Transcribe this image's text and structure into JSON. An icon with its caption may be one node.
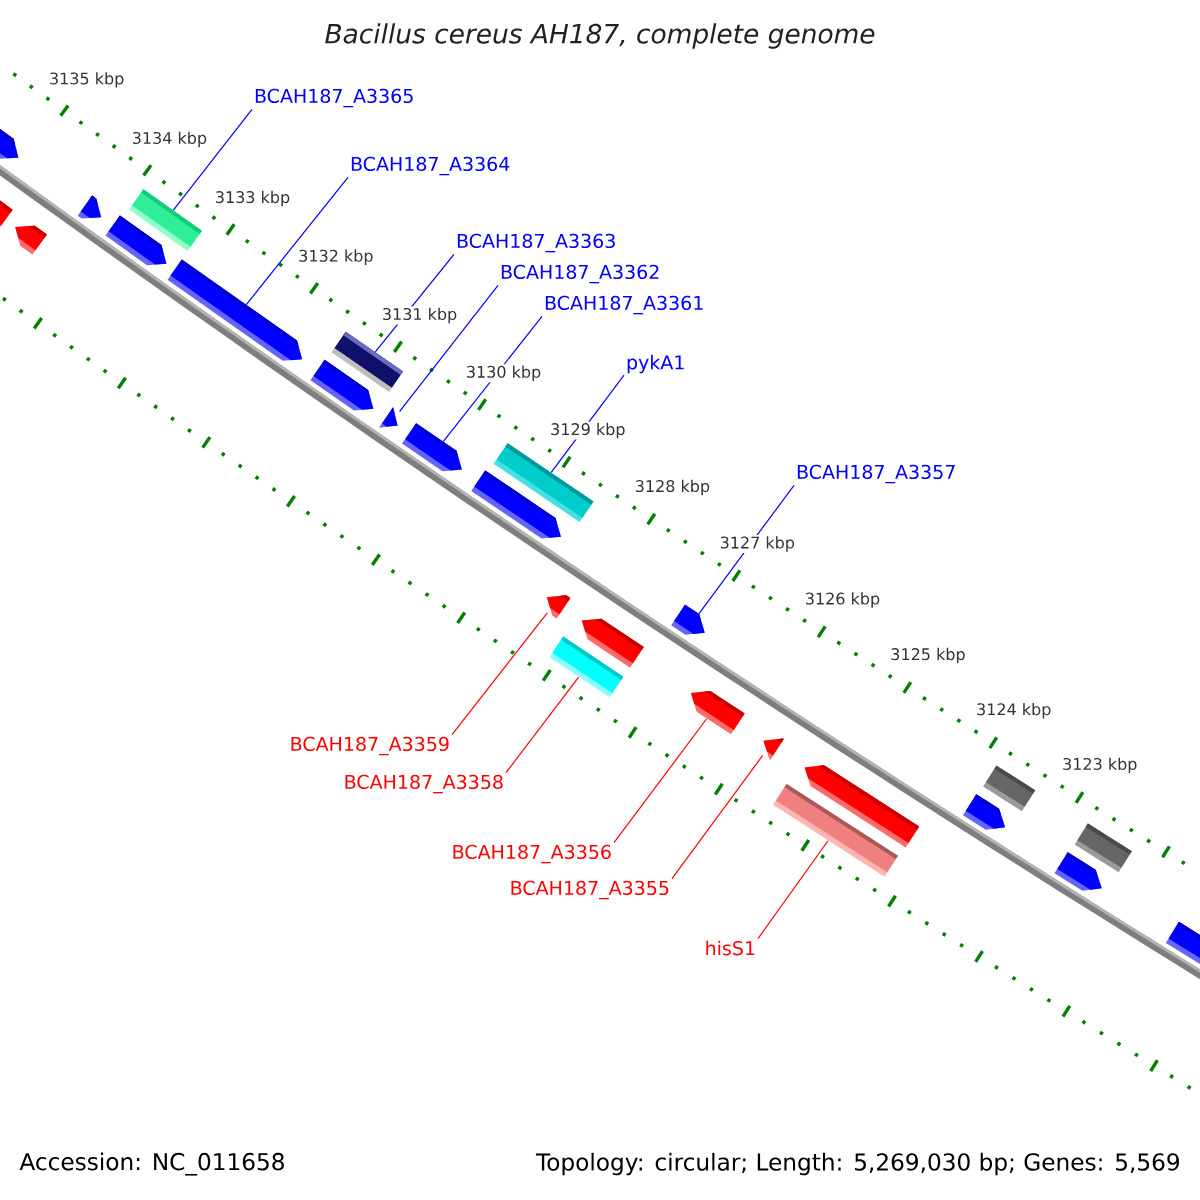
{
  "diagram": {
    "title": "Bacillus cereus AH187, complete genome",
    "nodes": [
      {
        "text": [
          "BCAH187_A3365"
        ]
      },
      {
        "text": [
          "BCAH187_A3364"
        ]
      },
      {
        "text": [
          "BCAH187_A3363"
        ]
      },
      {
        "text": [
          "BCAH187_A3362"
        ]
      },
      {
        "text": [
          "BCAH187_A3361"
        ]
      },
      {
        "text": [
          "pykA1"
        ]
      },
      {
        "text": [
          "BCAH187_A3357"
        ]
      },
      {
        "text": [],
        "shape": "bar"
      },
      {
        "text": [],
        "shape": "bar"
      },
      {
        "text": [],
        "shape": "bar"
      },
      {
        "text": [],
        "shape": "bar"
      },
      {
        "text": [],
        "shape": "bar"
      },
      {
        "text": [],
        "shape": "pentagon"
      },
      {
        "text": [],
        "shape": "pentagon"
      },
      {
        "text": [],
        "shape": "pentagon"
      },
      {
        "text": [],
        "shape": "pentagon"
      },
      {
        "text": [],
        "shape": "pentagon"
      },
      {
        "text": [],
        "shape": "pentagon"
      },
      {
        "text": [],
        "shape": "pentagon"
      },
      {
        "text": [],
        "shape": "pentagon"
      },
      {
        "text": [],
        "shape": "pentagon"
      },
      {
        "text": [],
        "shape": "pentagon"
      },
      {
        "text": [],
        "shape": "pentagon"
      },
      {
        "text": [],
        "shape": "pentagon"
      },
      {
        "text": [],
        "shape": "pentagon"
      },
      {
        "text": [],
        "shape": "pentagon"
      },
      {
        "text": [],
        "shape": "pentagon"
      },
      {
        "text": [],
        "shape": "pentagon"
      },
      {
        "text": [],
        "shape": "pentagon"
      },
      {
        "text": [],
        "shape": "pentagon"
      },
      {
        "text": [],
        "shape": "pentagon"
      },
      {
        "text": [],
        "shape": "bar"
      },
      {
        "text": [],
        "shape": "bar"
      },
      {
        "text": [
          "BCAH187_A3359"
        ]
      },
      {
        "text": [
          "BCAH187_A3358"
        ]
      },
      {
        "text": [
          "BCAH187_A3356"
        ]
      },
      {
        "text": [
          "BCAH187_A3355"
        ]
      },
      {
        "text": [
          "hisS1"
        ]
      }
    ],
    "edges": [
      {
        "from": 0,
        "to": 7,
        "arrow": "none"
      },
      {
        "from": 1,
        "to": 15,
        "arrow": "none"
      },
      {
        "from": 2,
        "to": 8,
        "arrow": "none"
      },
      {
        "from": 3,
        "to": 17,
        "arrow": "none"
      },
      {
        "from": 4,
        "to": 18,
        "arrow": "none"
      },
      {
        "from": 5,
        "to": 9,
        "arrow": "none"
      },
      {
        "from": 6,
        "to": 20,
        "arrow": "none"
      },
      {
        "from": 33,
        "to": 26,
        "arrow": "none",
        "color": "#ff0000"
      },
      {
        "from": 34,
        "to": 31,
        "arrow": "none",
        "color": "#ff0000"
      },
      {
        "from": 35,
        "to": 28,
        "arrow": "none",
        "color": "#ff0000"
      },
      {
        "from": 36,
        "to": 29,
        "arrow": "none",
        "color": "#ff0000"
      },
      {
        "from": 37,
        "to": 32,
        "arrow": "none",
        "color": "#ff0000"
      }
    ],
    "labels": [
      "3135 kbp",
      "3134 kbp",
      "3133 kbp",
      "3132 kbp",
      "3131 kbp",
      "3130 kbp",
      "3129 kbp",
      "3128 kbp",
      "3127 kbp",
      "3126 kbp",
      "3125 kbp",
      "3124 kbp",
      "3123 kbp",
      "Accession: NC_011658",
      "Topology: circular; Length: 5,269,030 bp; Genes: 5,569"
    ]
  }
}
